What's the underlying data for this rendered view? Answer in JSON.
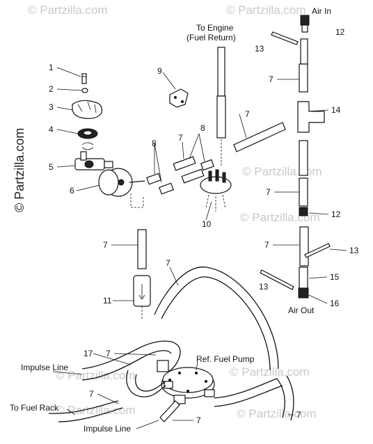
{
  "watermark": "© Partzilla.com",
  "labels": {
    "to_engine": "To Engine",
    "fuel_return": "(Fuel Return)",
    "air_in": "Air In",
    "air_out": "Air Out",
    "ref_fuel_pump": "Ref. Fuel Pump",
    "impulse_line_top": "Impulse Line",
    "impulse_line_bottom": "Impulse Line",
    "to_fuel_rack": "To Fuel Rack"
  },
  "callouts": [
    "1",
    "2",
    "3",
    "4",
    "5",
    "6",
    "7",
    "8",
    "9",
    "10",
    "11",
    "12",
    "13",
    "14",
    "15",
    "16",
    "17"
  ],
  "callout_7_instances": [
    "7",
    "7",
    "7",
    "7",
    "7",
    "7",
    "7",
    "7",
    "7",
    "7",
    "7"
  ],
  "callout_8_instances": [
    "8",
    "8"
  ],
  "callout_12_instances": [
    "12",
    "12"
  ],
  "callout_13_instances": [
    "13",
    "13",
    "13"
  ]
}
